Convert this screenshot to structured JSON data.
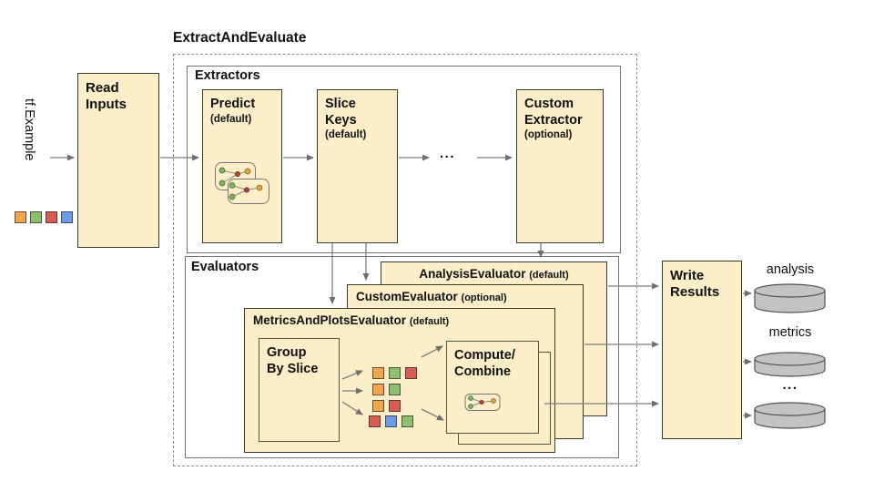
{
  "pipeline": {
    "title": "ExtractAndEvaluate"
  },
  "input": {
    "label": "tf.Example",
    "legend_squares": [
      "orange",
      "green",
      "red",
      "blue"
    ]
  },
  "read_inputs": {
    "title": "Read\nInputs"
  },
  "extractors": {
    "label": "Extractors",
    "predict": {
      "title": "Predict",
      "subtitle": "(default)",
      "icon": "model-graph-icon"
    },
    "slice_keys": {
      "title": "Slice\nKeys",
      "subtitle": "(default)"
    },
    "ellipsis": "...",
    "custom": {
      "title": "Custom\nExtractor",
      "subtitle": "(optional)"
    }
  },
  "evaluators": {
    "label": "Evaluators",
    "analysis": {
      "title": "AnalysisEvaluator",
      "subtitle": "(default)"
    },
    "custom": {
      "title": "CustomEvaluator",
      "subtitle": "(optional)"
    },
    "metrics_plots": {
      "title": "MetricsAndPlotsEvaluator",
      "subtitle": "(default)"
    },
    "group_by_slice": {
      "title": "Group\nBy Slice"
    },
    "slice_grid": [
      [
        "orange",
        "green",
        "red"
      ],
      [
        "orange",
        "green"
      ],
      [
        "orange",
        "red"
      ],
      [
        "red",
        "blue",
        "green"
      ]
    ],
    "compute_combine": {
      "title": "Compute/\nCombine",
      "icon": "model-graph-icon"
    }
  },
  "outputs": {
    "write_results": {
      "title": "Write\nResults"
    },
    "stores": [
      {
        "label": "analysis",
        "icon": "database-cylinder-icon"
      },
      {
        "label": "metrics",
        "icon": "database-cylinder-icon"
      },
      {
        "label": "...",
        "icon": "database-cylinder-icon"
      }
    ]
  },
  "palette": {
    "box_fill": "#FBEEC8",
    "box_border": "#3A3A2C",
    "container_border": "#757575",
    "dashed_border": "#8C8C8C",
    "arrow": "#7D7D7D",
    "cylinder_fill": "#C3C3C3",
    "cylinder_border": "#4F4F4F",
    "orange": "#F2A44E",
    "green": "#8FBE6F",
    "red": "#D95B52",
    "blue": "#6C9BE8",
    "node_green": "#7FB15E",
    "node_red": "#B6443A",
    "node_yellow": "#E2A43C"
  }
}
